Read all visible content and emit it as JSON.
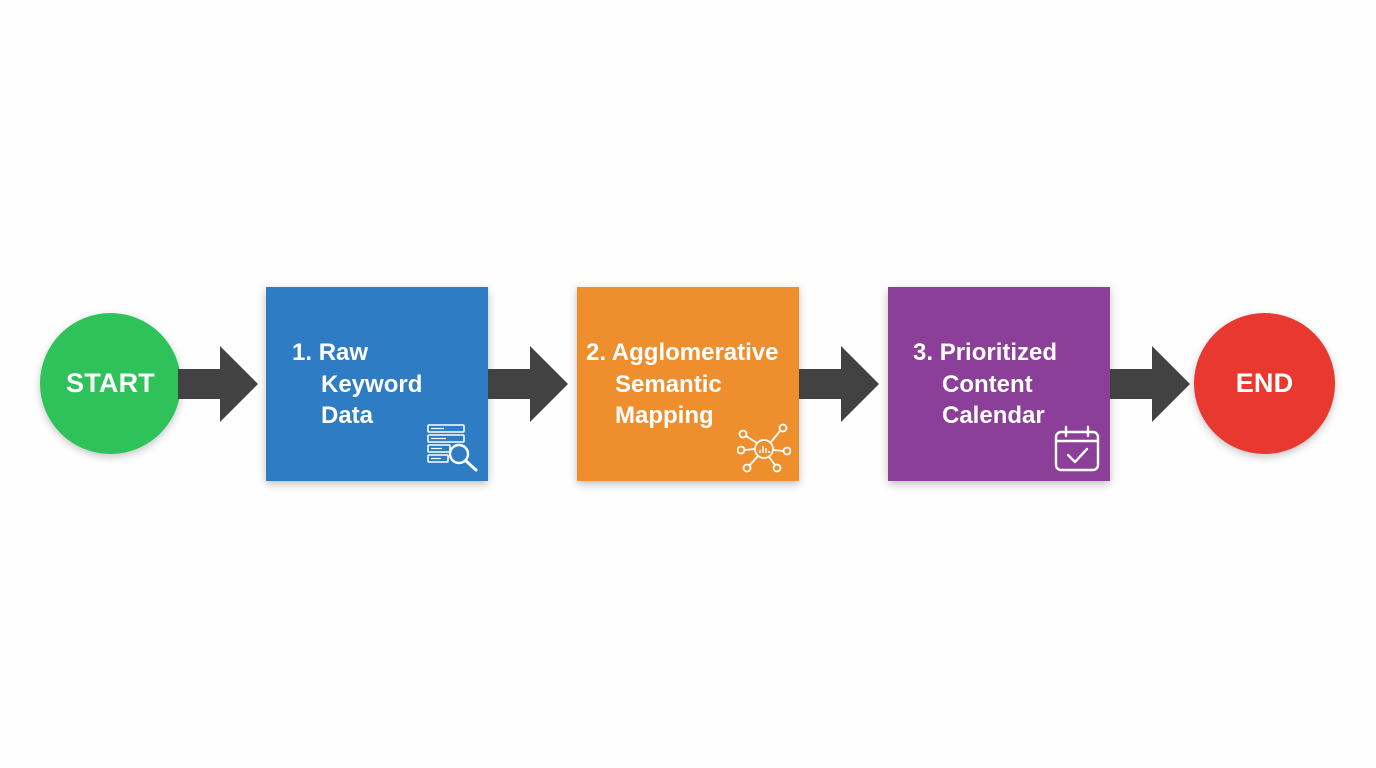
{
  "nodes": {
    "start": {
      "label": "START",
      "color": "#2fc25b"
    },
    "end": {
      "label": "END",
      "color": "#e8382f"
    }
  },
  "steps": [
    {
      "number": "1.",
      "lines": [
        "Raw",
        "Keyword",
        "Data"
      ],
      "color": "#2e7cc4",
      "icon": "keyword-search-icon"
    },
    {
      "number": "2.",
      "lines": [
        "Agglomerative",
        "Semantic",
        "Mapping"
      ],
      "color": "#ef8e2d",
      "icon": "network-cluster-icon"
    },
    {
      "number": "3.",
      "lines": [
        "Prioritized",
        "Content",
        "Calendar"
      ],
      "color": "#8b3f98",
      "icon": "calendar-check-icon"
    }
  ],
  "arrow_color": "#424242"
}
